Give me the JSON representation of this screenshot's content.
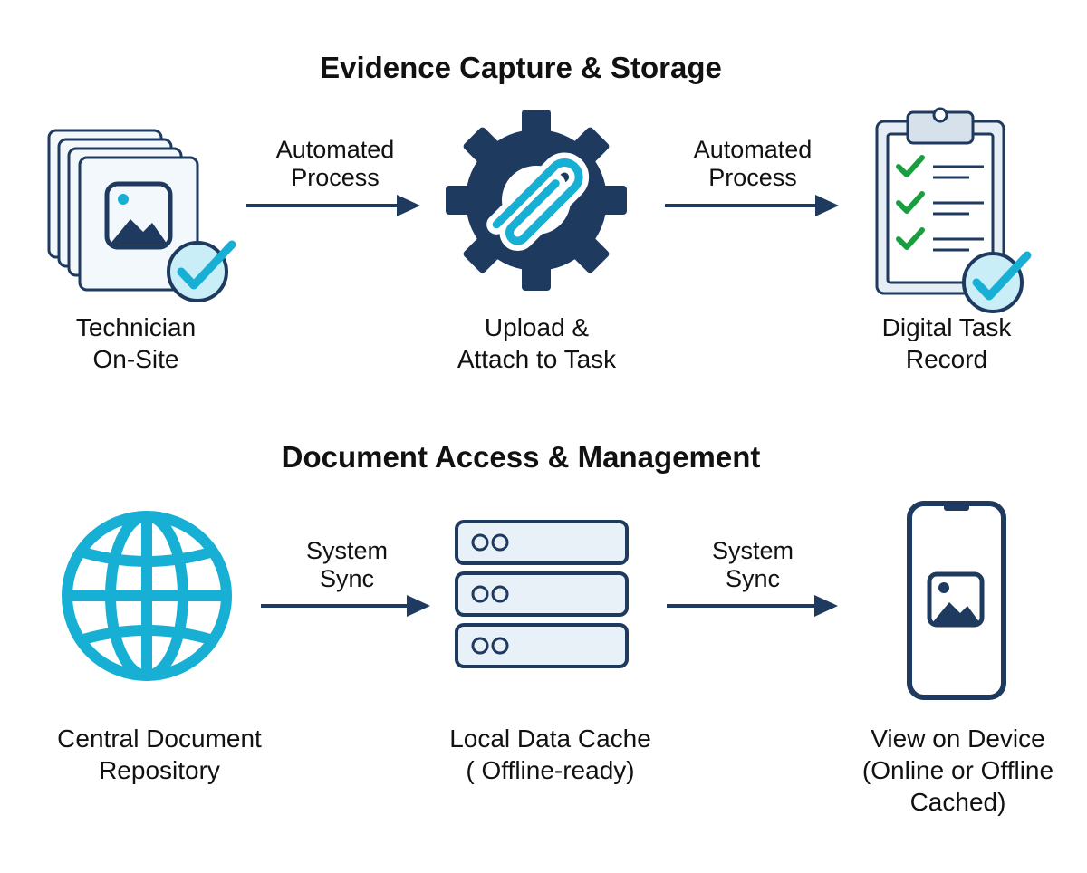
{
  "colors": {
    "navy": "#1f3a5f",
    "cyan": "#17b0d4",
    "green": "#1a9e3f",
    "light": "#eef4fa"
  },
  "sections": [
    {
      "title": "Evidence Capture & Storage",
      "nodes": [
        {
          "icon": "photo-stack-icon",
          "label": [
            "Technician",
            "On-Site"
          ]
        },
        {
          "icon": "gear-paperclip-icon",
          "label": [
            "Upload &",
            "Attach to Task"
          ]
        },
        {
          "icon": "clipboard-checklist-icon",
          "label": [
            "Digital Task",
            "Record"
          ]
        }
      ],
      "arrows": [
        {
          "label": [
            "Automated",
            "Process"
          ]
        },
        {
          "label": [
            "Automated",
            "Process"
          ]
        }
      ]
    },
    {
      "title": "Document Access & Management",
      "nodes": [
        {
          "icon": "globe-icon",
          "label": [
            "Central Document",
            "Repository"
          ]
        },
        {
          "icon": "server-stack-icon",
          "label": [
            "Local Data Cache",
            "( Offline-ready)"
          ]
        },
        {
          "icon": "phone-image-icon",
          "label": [
            "View on Device",
            "(Online or Offline",
            "Cached)"
          ]
        }
      ],
      "arrows": [
        {
          "label": [
            "System",
            "Sync"
          ]
        },
        {
          "label": [
            "System",
            "Sync"
          ]
        }
      ]
    }
  ]
}
